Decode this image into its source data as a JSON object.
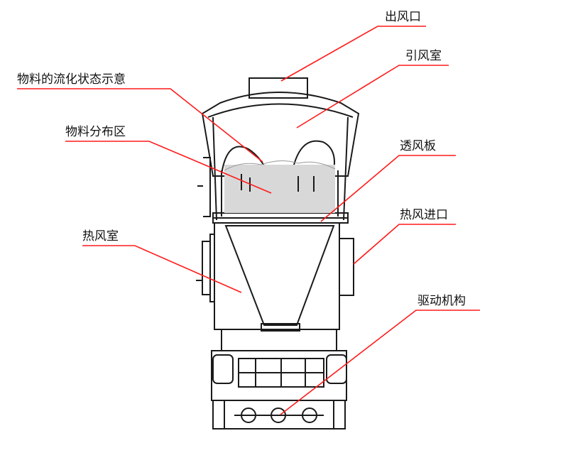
{
  "diagram": {
    "labels": {
      "outlet": "出风口",
      "induced_air_chamber": "引风室",
      "fluidization": "物料的流化状态示意",
      "material_zone": "物料分布区",
      "air_plate": "透风板",
      "hot_air_inlet": "热风进口",
      "hot_air_chamber": "热风室",
      "drive": "驱动机构"
    },
    "colors": {
      "leader": "#ff1a1a",
      "machine": "#1a1a1a",
      "powder": "#d8d8d8"
    }
  }
}
